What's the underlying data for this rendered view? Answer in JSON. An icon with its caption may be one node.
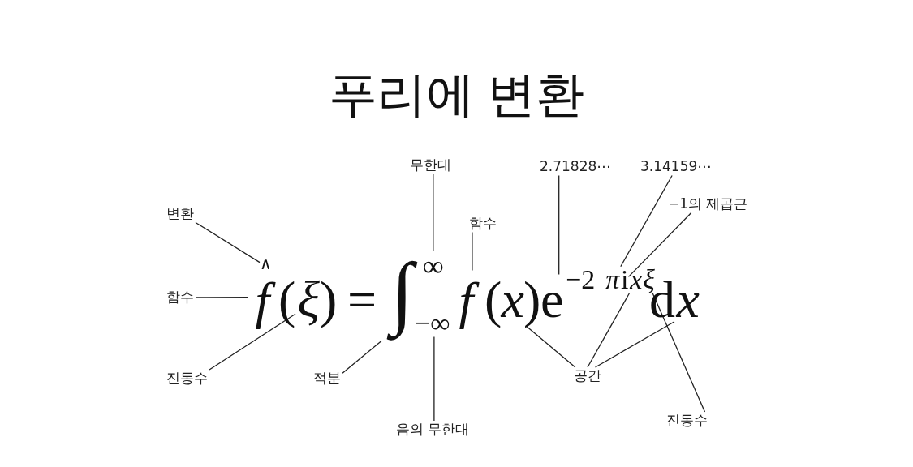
{
  "diagram": {
    "title": "푸리에 변환",
    "nodes": [
      {
        "text": [
          "무한대"
        ]
      },
      {
        "text": [
          "2.71828⋯"
        ]
      },
      {
        "text": [
          "3.14159⋯"
        ]
      },
      {
        "text": [
          "−1의 제곱근"
        ]
      },
      {
        "text": [
          "변환"
        ]
      },
      {
        "text": [
          "함수"
        ]
      },
      {
        "text": [
          "∧"
        ]
      },
      {
        "text": [
          "함수"
        ]
      },
      {
        "text": [
          "f"
        ]
      },
      {
        "text": [
          "ξ"
        ]
      },
      {
        "text": [
          "∫"
        ]
      },
      {
        "text": [
          "∞"
        ]
      },
      {
        "text": [
          "−∞"
        ]
      },
      {
        "text": [
          "f"
        ]
      },
      {
        "text": [
          "x"
        ]
      },
      {
        "text": [
          "e"
        ]
      },
      {
        "text": [
          "π"
        ]
      },
      {
        "text": [
          "i"
        ]
      },
      {
        "text": [
          "x"
        ]
      },
      {
        "text": [
          "ξ"
        ]
      },
      {
        "text": [
          "x"
        ]
      },
      {
        "text": [
          "진동수"
        ]
      },
      {
        "text": [
          "적분"
        ]
      },
      {
        "text": [
          "공간"
        ]
      },
      {
        "text": [
          "진동수"
        ]
      },
      {
        "text": [
          "음의 무한대"
        ]
      }
    ],
    "edges": [
      {
        "from": 4,
        "to": 6,
        "arrow": "none"
      },
      {
        "from": 7,
        "to": 8,
        "arrow": "none"
      },
      {
        "from": 21,
        "to": 9,
        "arrow": "none"
      },
      {
        "from": 22,
        "to": 10,
        "arrow": "none"
      },
      {
        "from": 0,
        "to": 11,
        "arrow": "none"
      },
      {
        "from": 25,
        "to": 12,
        "arrow": "none"
      },
      {
        "from": 5,
        "to": 13,
        "arrow": "none"
      },
      {
        "from": 1,
        "to": 15,
        "arrow": "none"
      },
      {
        "from": 2,
        "to": 16,
        "arrow": "none"
      },
      {
        "from": 3,
        "to": 17,
        "arrow": "none"
      },
      {
        "from": 23,
        "to": 14,
        "arrow": "none"
      },
      {
        "from": 23,
        "to": 18,
        "arrow": "none"
      },
      {
        "from": 23,
        "to": 20,
        "arrow": "none"
      },
      {
        "from": 24,
        "to": 19,
        "arrow": "none"
      }
    ],
    "labels": [
      "(",
      ")",
      "=",
      "(",
      ")",
      "−2",
      "d"
    ]
  }
}
